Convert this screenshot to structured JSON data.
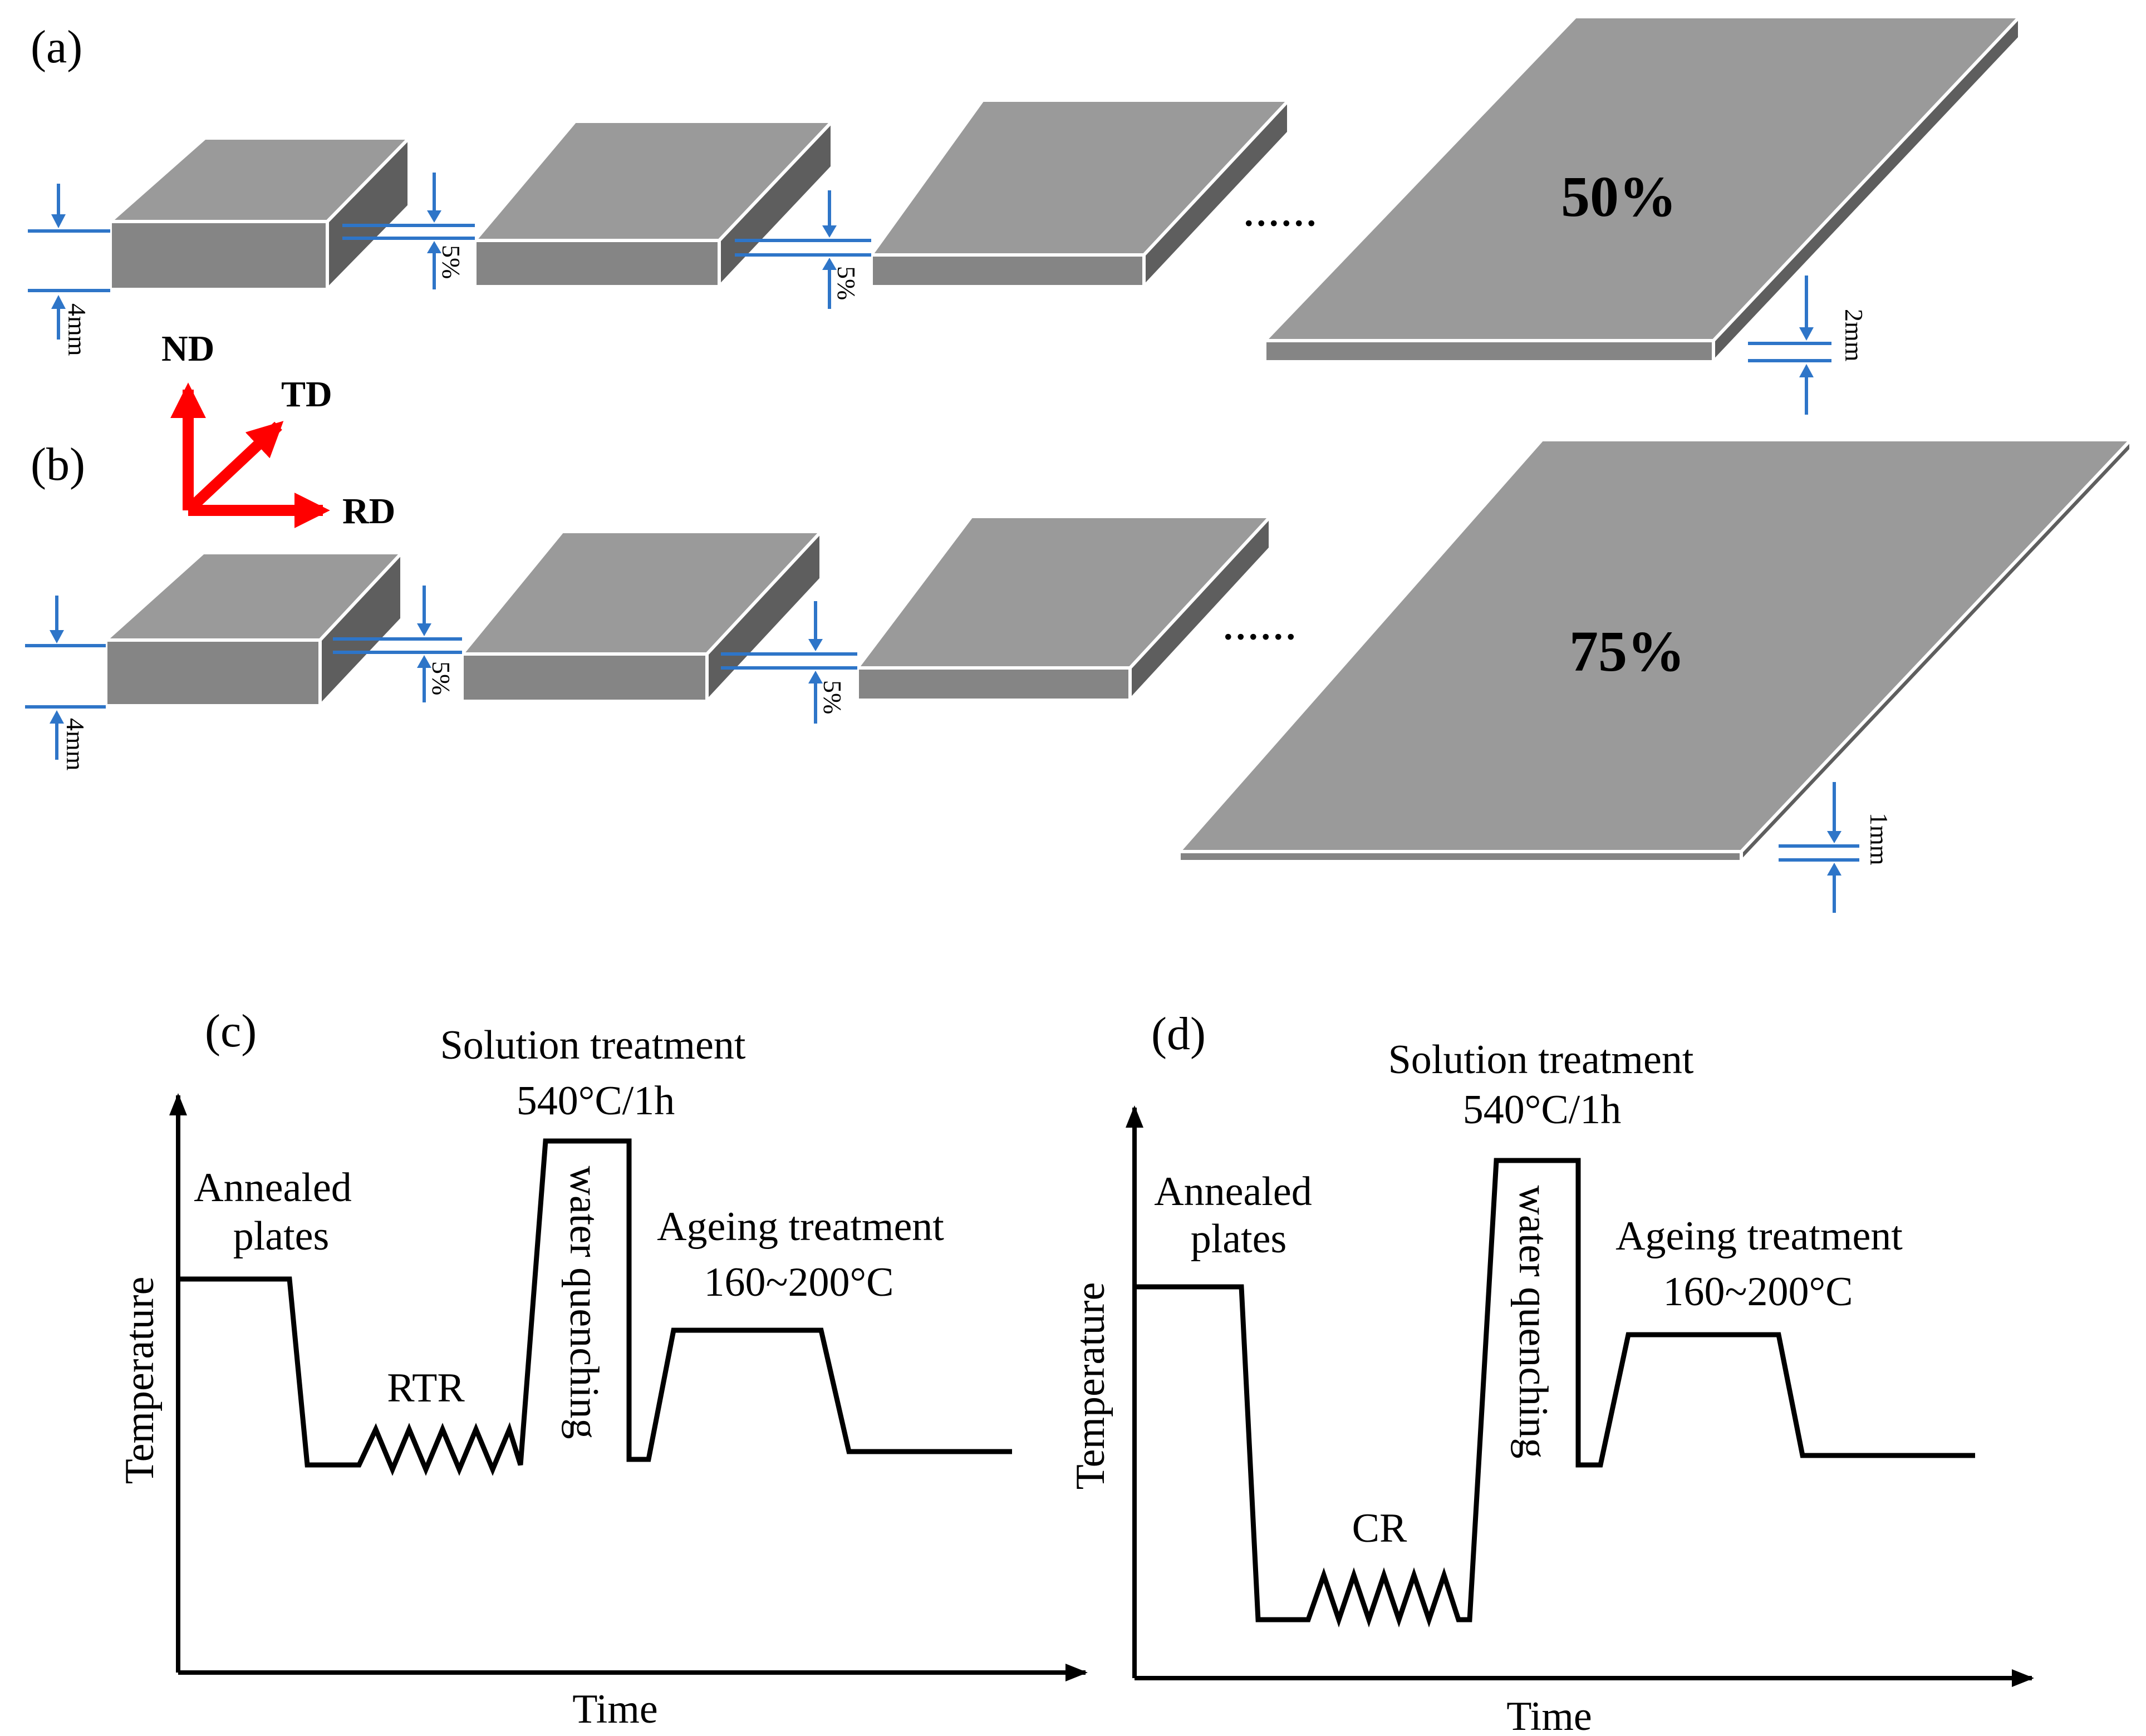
{
  "panels": {
    "a": {
      "label": "(a)",
      "step1": "5%",
      "step2": "5%",
      "initial_thickness": "4mm",
      "final_reduction": "50%",
      "final_thickness": "2mm",
      "ellipsis": "......"
    },
    "b": {
      "label": "(b)",
      "step1": "5%",
      "step2": "5%",
      "initial_thickness": "4mm",
      "final_reduction": "75%",
      "final_thickness": "1mm",
      "ellipsis": "......"
    },
    "c": {
      "label": "(c)",
      "y_axis": "Temperature",
      "x_axis": "Time",
      "stage_annealed_line1": "Annealed",
      "stage_annealed_line2": "plates",
      "rolling": "RTR",
      "solution_line1": "Solution treatment",
      "solution_line2": "540°C/1h",
      "quench": "water quenching",
      "ageing_line1": "Ageing treatment",
      "ageing_line2": "160~200°C"
    },
    "d": {
      "label": "(d)",
      "y_axis": "Temperature",
      "x_axis": "Time",
      "stage_annealed_line1": "Annealed",
      "stage_annealed_line2": "plates",
      "rolling": "CR",
      "solution_line1": "Solution treatment",
      "solution_line2": "540°C/1h",
      "quench": "water quenching",
      "ageing_line1": "Ageing treatment",
      "ageing_line2": "160~200°C"
    }
  },
  "axes_triad": {
    "nd": "ND",
    "td": "TD",
    "rd": "RD"
  },
  "colors": {
    "plate_top": "#9a9a9a",
    "plate_front": "#858585",
    "plate_side": "#5e5e5e",
    "dimension_blue": "#2e75c8",
    "triad_red": "#ff0000",
    "curve": "#000000"
  }
}
